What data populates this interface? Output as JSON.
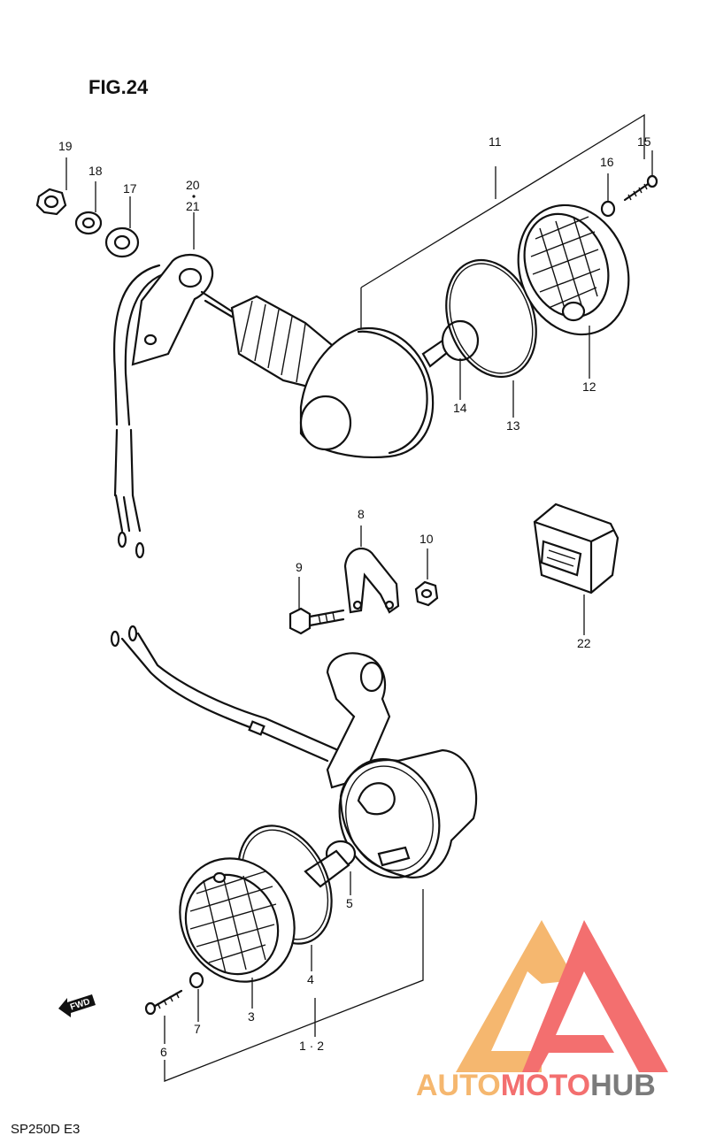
{
  "figure": {
    "title": "FIG.24",
    "model_code": "SP250D E3"
  },
  "watermark": {
    "brand_part1": "AUTO",
    "brand_part2": "MOTO",
    "brand_part3": "HUB",
    "color_light": "#f5b060",
    "color_accent": "#f26060",
    "color_dark": "#6d6d6d"
  },
  "direction_marker": {
    "label": "FWD"
  },
  "callouts": {
    "c1_2": "1 · 2",
    "c3": "3",
    "c4": "4",
    "c5": "5",
    "c6": "6",
    "c7": "7",
    "c8": "8",
    "c9": "9",
    "c10": "10",
    "c11": "11",
    "c12": "12",
    "c13": "13",
    "c14": "14",
    "c15": "15",
    "c16": "16",
    "c17": "17",
    "c18": "18",
    "c19": "19",
    "c20": "20",
    "c21": "21",
    "c22": "22"
  }
}
